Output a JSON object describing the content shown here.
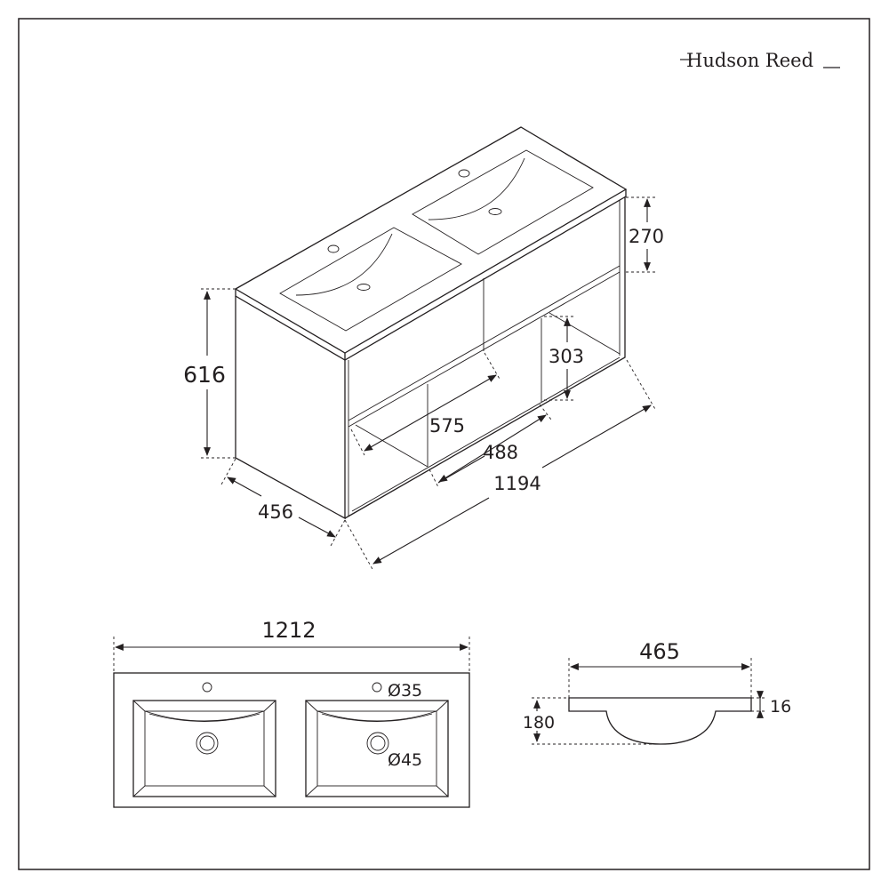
{
  "brand": {
    "logo_text": "Hudson Reed"
  },
  "isometric_view": {
    "dimensions": {
      "height_total": "616",
      "depth": "456",
      "width": "1194",
      "drawer_height": "270",
      "shelf_height": "303",
      "shelf_depth": "575",
      "compartment_width": "488"
    }
  },
  "top_view": {
    "dimensions": {
      "width": "1212",
      "tap_hole_diameter": "Ø35",
      "waste_diameter": "Ø45"
    }
  },
  "side_profile": {
    "dimensions": {
      "depth": "465",
      "height": "180",
      "thickness": "16"
    }
  }
}
